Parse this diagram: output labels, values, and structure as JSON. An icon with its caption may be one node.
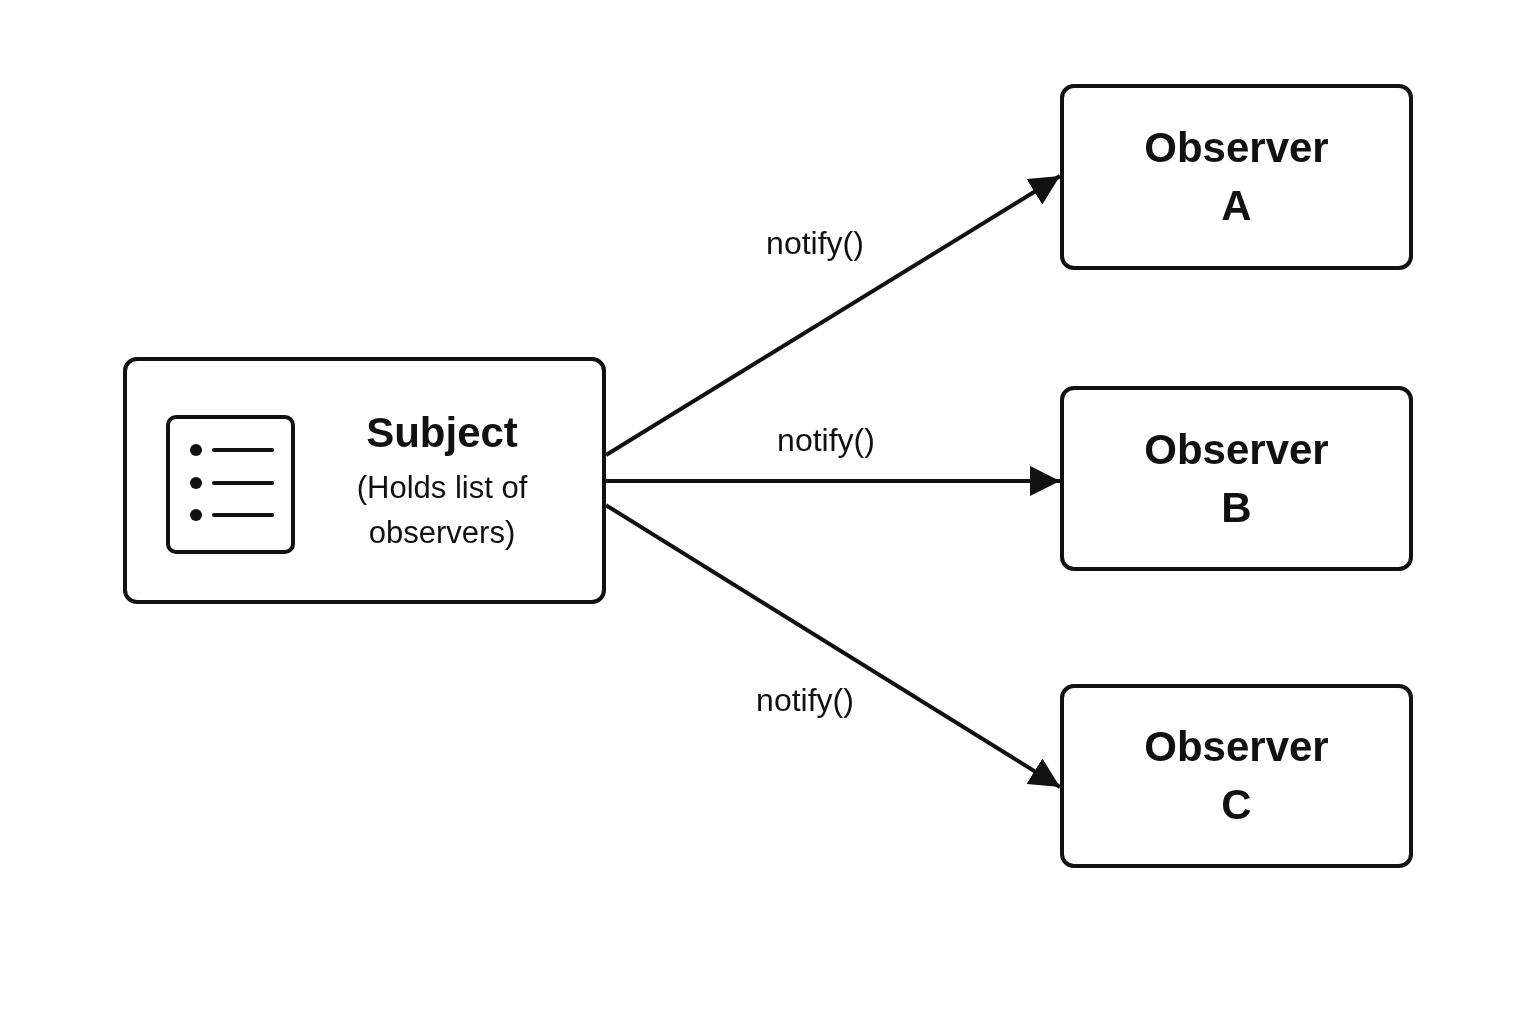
{
  "diagram": {
    "nodes": [
      {
        "text": [
          "Subject",
          "(Holds list of observers)"
        ]
      },
      {
        "text": [
          "Observer A"
        ]
      },
      {
        "text": [
          "Observer B"
        ]
      },
      {
        "text": [
          "Observer C"
        ]
      }
    ],
    "edges": [
      {
        "from": 0,
        "to": 1,
        "arrow": "to",
        "label": "notify()"
      },
      {
        "from": 0,
        "to": 2,
        "arrow": "to",
        "label": "notify()"
      },
      {
        "from": 0,
        "to": 3,
        "arrow": "to",
        "label": "notify()"
      }
    ]
  }
}
